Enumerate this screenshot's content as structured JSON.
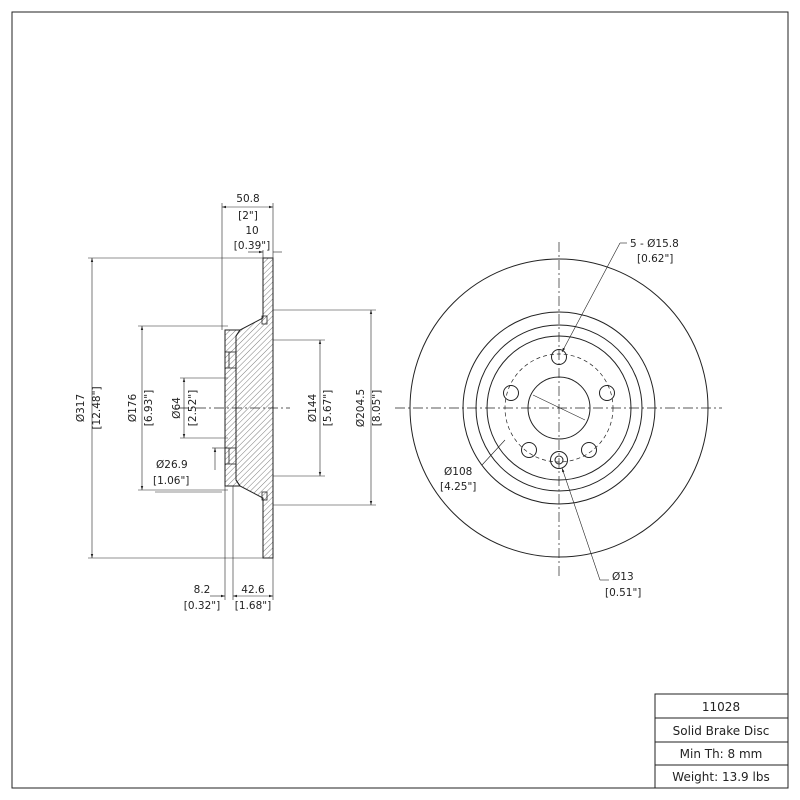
{
  "side_view": {
    "width_overall": {
      "mm": "50.8",
      "in": "[2\"]"
    },
    "rotor_thickness": {
      "mm": "10",
      "in": "[0.39\"]"
    },
    "outer_diameter": {
      "mm": "Ø317",
      "in": "[12.48\"]"
    },
    "hat_diameter": {
      "mm": "Ø176",
      "in": "[6.93\"]"
    },
    "center_bore": {
      "mm": "Ø64",
      "in": "[2.52\"]"
    },
    "pilot_diameter": {
      "mm": "Ø26.9",
      "in": "[1.06\"]"
    },
    "inner_diameter": {
      "mm": "Ø144",
      "in": "[5.67\"]"
    },
    "face_inner_diameter": {
      "mm": "Ø204.5",
      "in": "[8.05\"]"
    },
    "hub_offset": {
      "mm": "8.2",
      "in": "[0.32\"]"
    },
    "hat_height": {
      "mm": "42.6",
      "in": "[1.68\"]"
    }
  },
  "front_view": {
    "bolt_holes": {
      "mm": "5 - Ø15.8",
      "in": "[0.62\"]"
    },
    "bolt_circle": {
      "mm": "Ø108",
      "in": "[4.25\"]"
    },
    "locator_hole": {
      "mm": "Ø13",
      "in": "[0.51\"]"
    }
  },
  "title_block": {
    "part_number": "11028",
    "description": "Solid Brake Disc",
    "min_thickness": "Min Th: 8 mm",
    "weight": "Weight: 13.9 lbs"
  }
}
